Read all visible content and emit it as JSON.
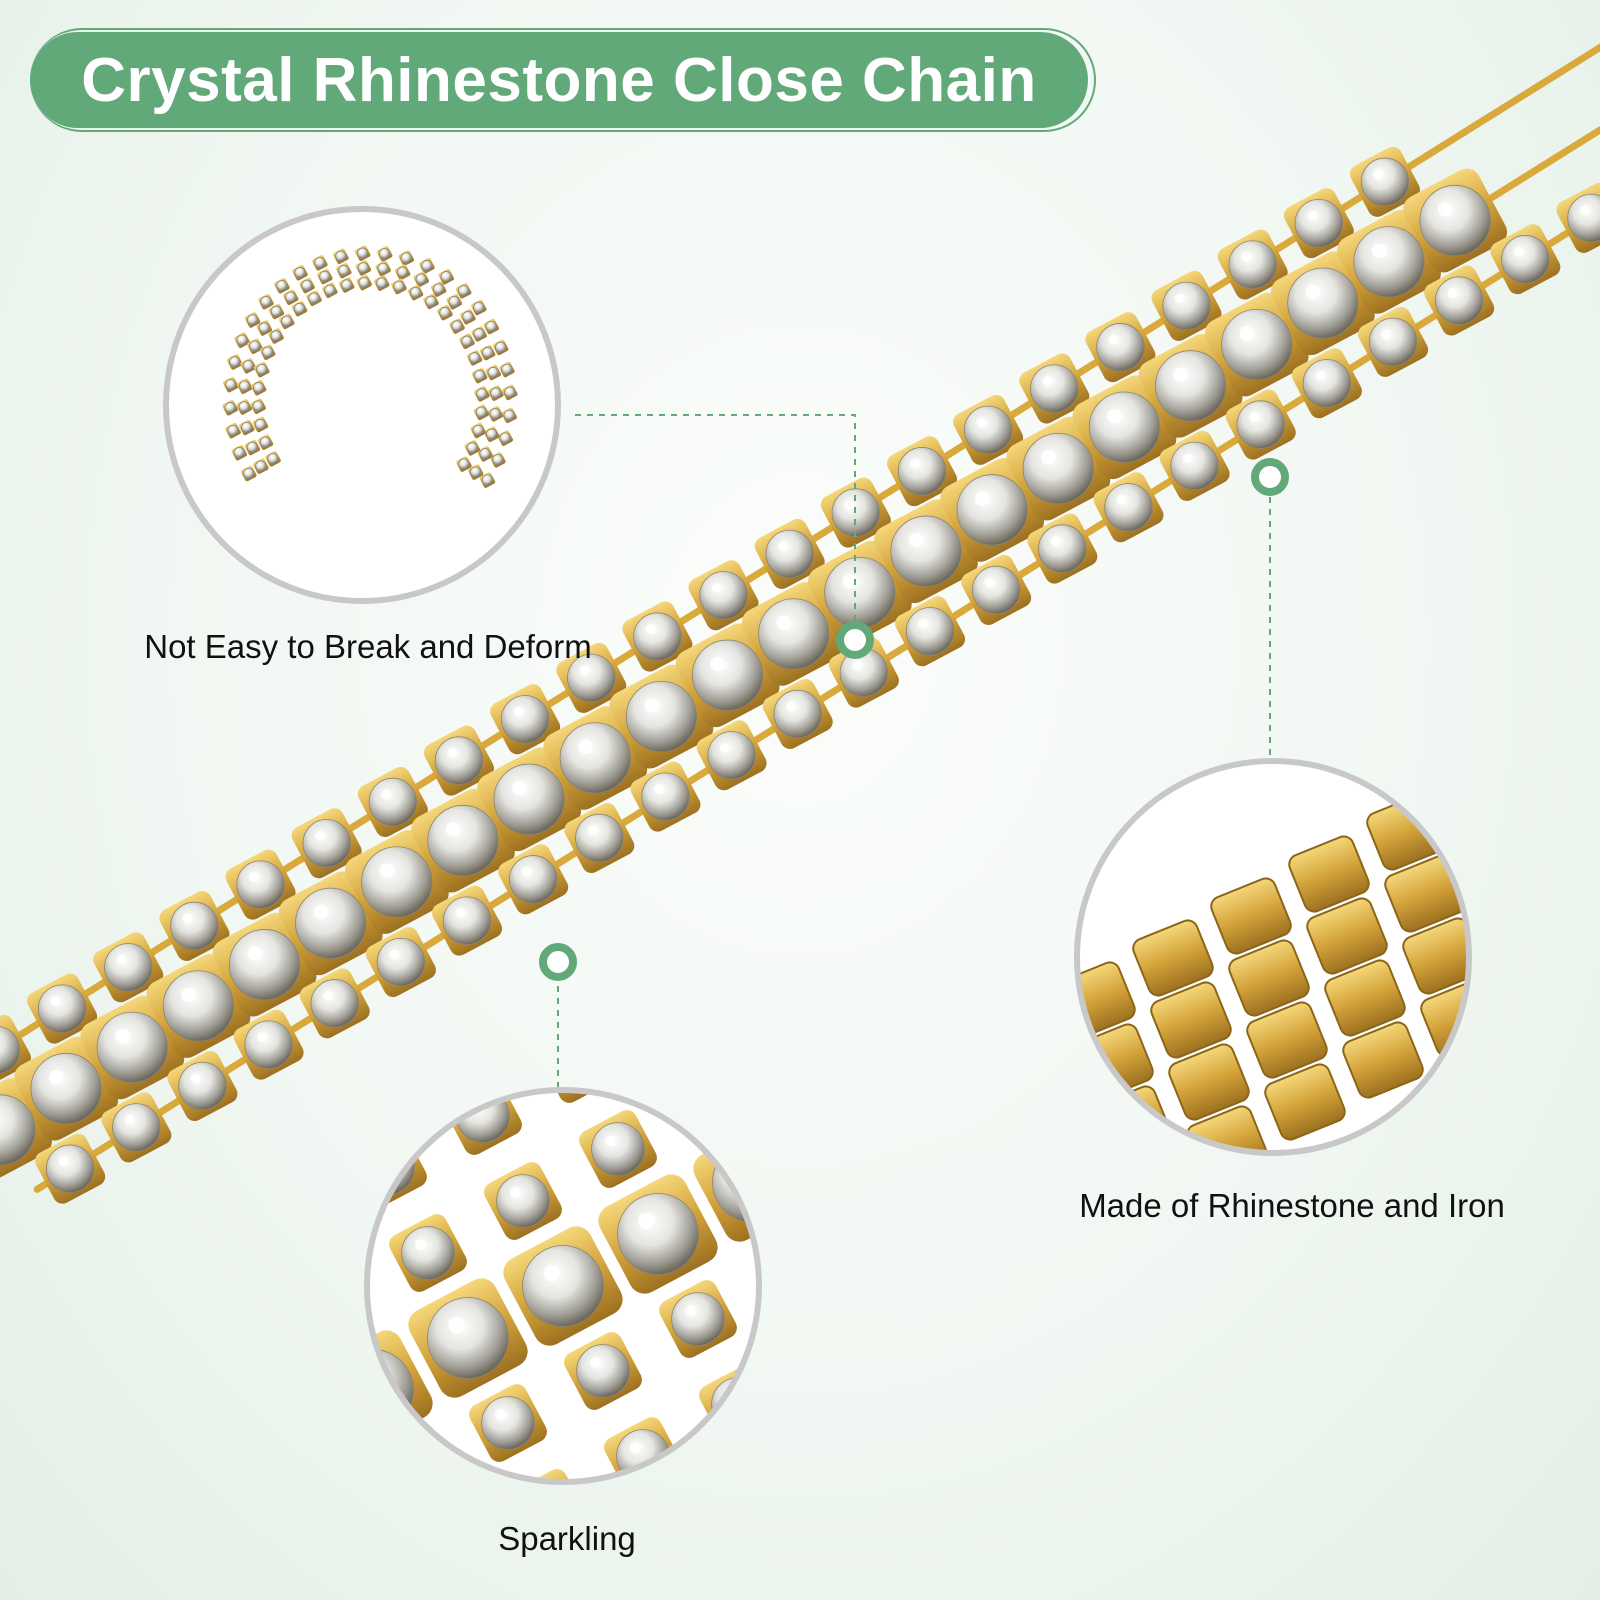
{
  "title": "Crystal Rhinestone Close Chain",
  "accent_color": "#62a97a",
  "gold_color": "#d8ae3c",
  "features": [
    {
      "caption": "Not Easy to Break and Deform",
      "image": "curved-chain-photo"
    },
    {
      "caption": "Made of Rhinestone and Iron",
      "image": "chain-back-closeup-photo"
    },
    {
      "caption": "Sparkling",
      "image": "rhinestone-closeup-photo"
    }
  ]
}
